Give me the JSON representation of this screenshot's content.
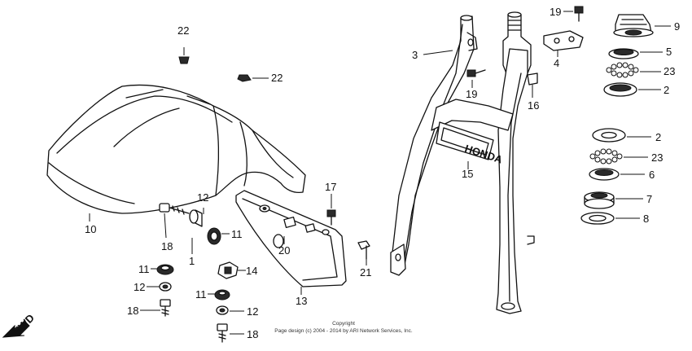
{
  "labels": {
    "fender": "10",
    "bolt_fender": "18",
    "collar_fender": "12",
    "washer_fender": "1",
    "grommet_fender": "11",
    "left_11": "11",
    "left_12": "12",
    "left_18": "18",
    "clip_22_top": "22",
    "clip_22_mid": "22",
    "nut_14": "14",
    "mid_11": "11",
    "mid_12": "12",
    "mid_18": "18",
    "plate_13": "13",
    "bolt_17": "17",
    "washer_20": "20",
    "screw_21": "21",
    "fork_3": "3",
    "emblem_15": "15",
    "bolt_19_a": "19",
    "bolt_19_b": "19",
    "bracket_4": "4",
    "clip_16": "16",
    "nut_9": "9",
    "race_5": "5",
    "balls_23_a": "23",
    "race_2_a": "2",
    "race_2_b": "2",
    "balls_23_b": "23",
    "race_6": "6",
    "seal_7": "7",
    "washer_8": "8"
  },
  "emblem_text": "HONDA",
  "fwd_text": "FWD",
  "copyright": {
    "line1": "Copyright",
    "line2": "Page design (c) 2004 - 2014 by ARI Network Services, Inc."
  }
}
